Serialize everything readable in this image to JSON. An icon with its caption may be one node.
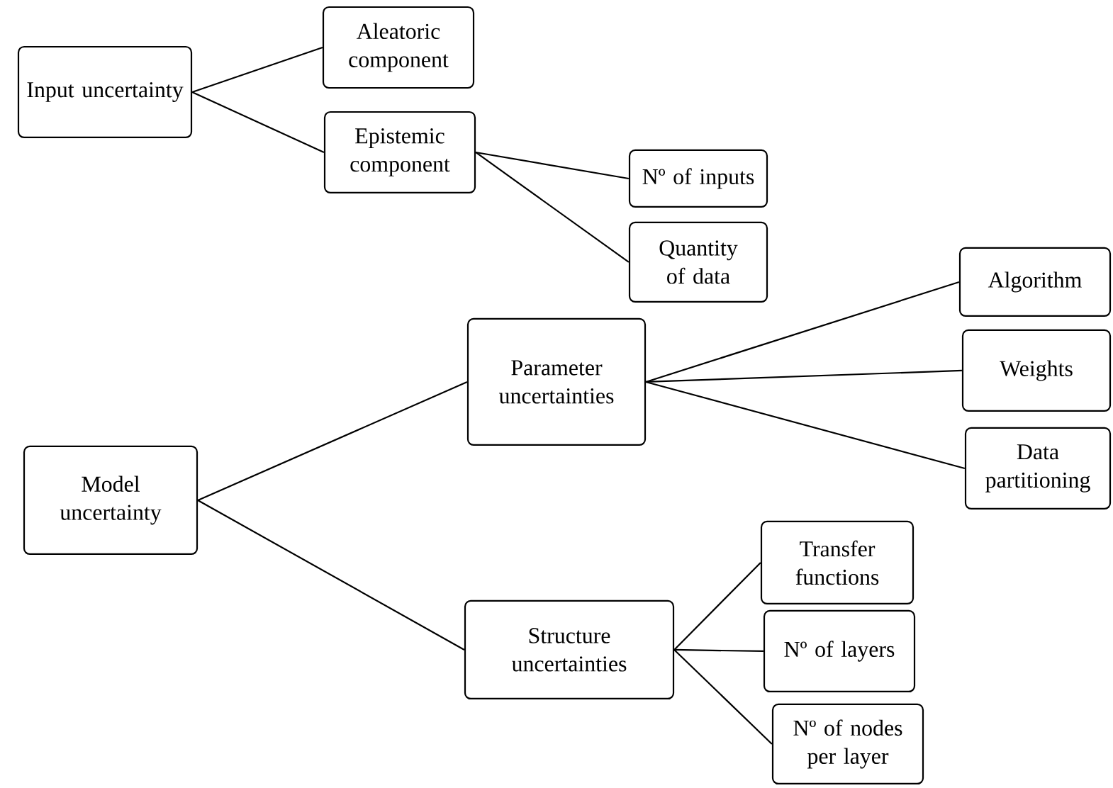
{
  "diagram": {
    "nodes": [
      {
        "text": [
          "Input uncertainty"
        ]
      },
      {
        "text": [
          "Aleatoric component"
        ]
      },
      {
        "text": [
          "Epistemic component"
        ]
      },
      {
        "text": [
          "Nº of inputs"
        ]
      },
      {
        "text": [
          "Quantity of data"
        ]
      },
      {
        "text": [
          "Model uncertainty"
        ]
      },
      {
        "text": [
          "Parameter uncertainties"
        ]
      },
      {
        "text": [
          "Algorithm"
        ]
      },
      {
        "text": [
          "Weights"
        ]
      },
      {
        "text": [
          "Data partitioning"
        ]
      },
      {
        "text": [
          "Structure uncertainties"
        ]
      },
      {
        "text": [
          "Transfer functions"
        ]
      },
      {
        "text": [
          "Nº of layers"
        ]
      },
      {
        "text": [
          "Nº of nodes per layer"
        ]
      }
    ],
    "edges": [
      {
        "from": 0,
        "to": 1,
        "arrow": "none"
      },
      {
        "from": 0,
        "to": 2,
        "arrow": "none"
      },
      {
        "from": 2,
        "to": 3,
        "arrow": "none"
      },
      {
        "from": 2,
        "to": 4,
        "arrow": "none"
      },
      {
        "from": 5,
        "to": 6,
        "arrow": "none"
      },
      {
        "from": 6,
        "to": 7,
        "arrow": "none"
      },
      {
        "from": 6,
        "to": 8,
        "arrow": "none"
      },
      {
        "from": 6,
        "to": 9,
        "arrow": "none"
      },
      {
        "from": 5,
        "to": 10,
        "arrow": "none"
      },
      {
        "from": 10,
        "to": 11,
        "arrow": "none"
      },
      {
        "from": 10,
        "to": 12,
        "arrow": "none"
      },
      {
        "from": 10,
        "to": 13,
        "arrow": "none"
      }
    ]
  }
}
